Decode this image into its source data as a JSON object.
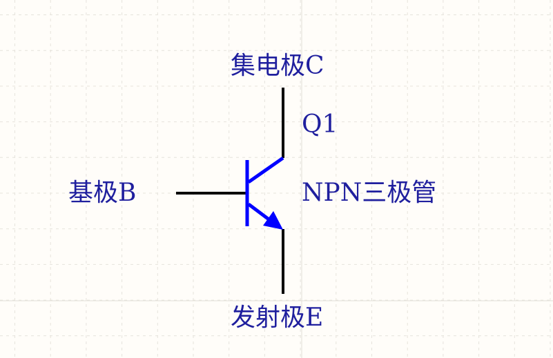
{
  "labels": {
    "collector": "集电极C",
    "base": "基极B",
    "emitter": "发射极E",
    "designator": "Q1",
    "component": "NPN三极管"
  },
  "colors": {
    "background": "#fffdf9",
    "grid": "#e6e3dc",
    "symbol": "#0000ff",
    "wire": "#000000",
    "text": "#1f1f9e"
  }
}
